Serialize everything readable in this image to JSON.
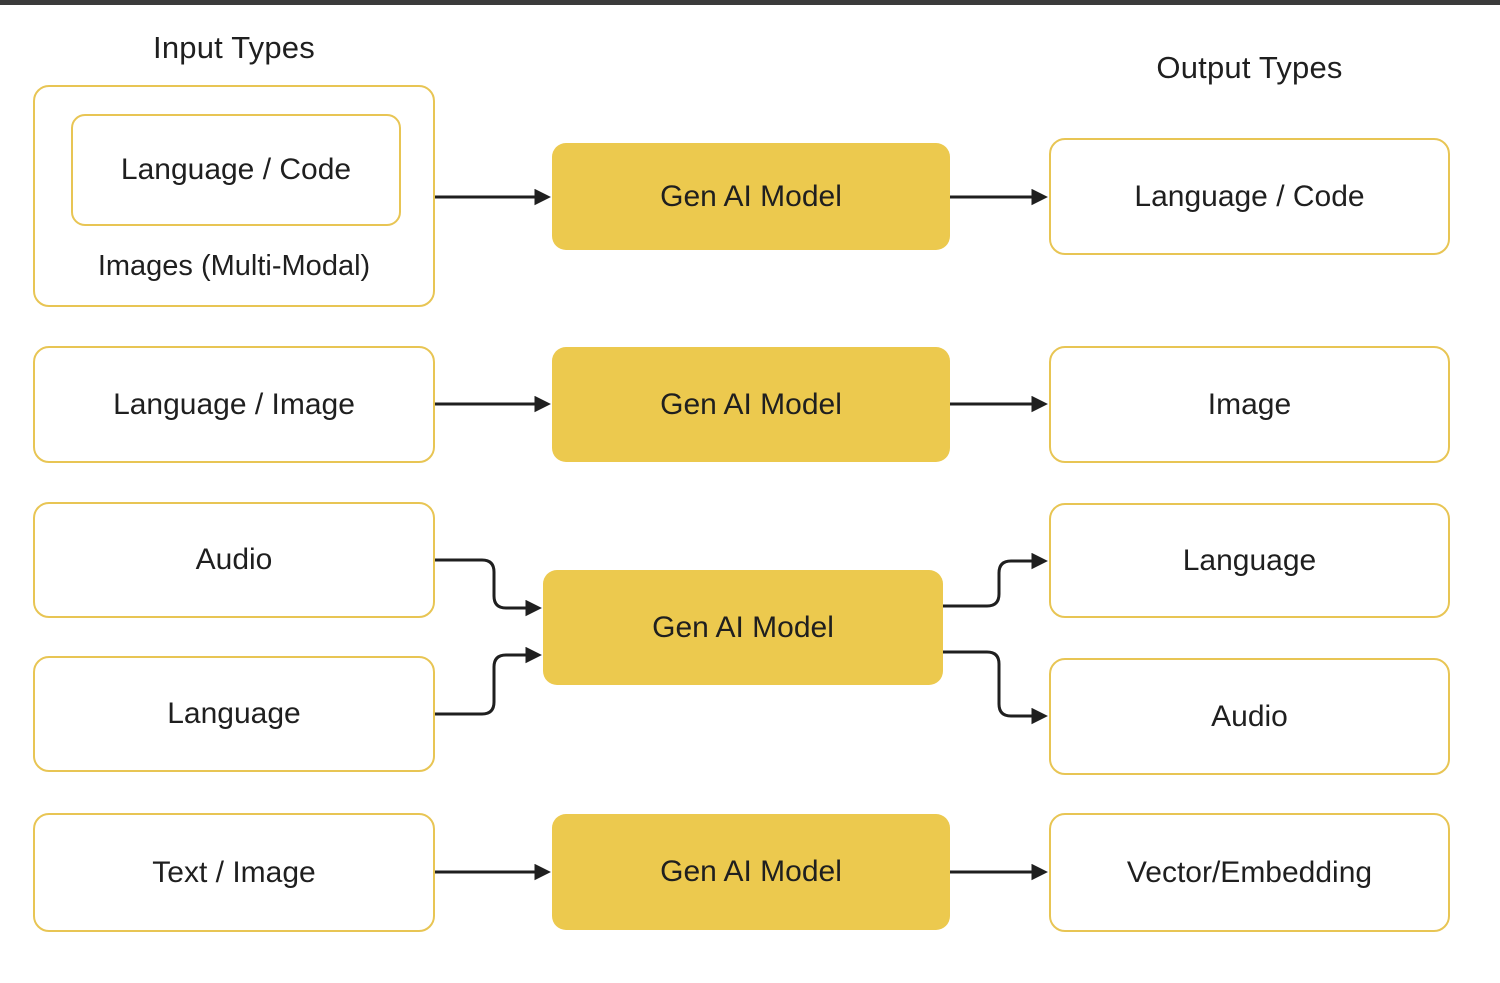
{
  "titles": {
    "input": "Input Types",
    "output": "Output Types"
  },
  "colors": {
    "model_fill": "#ECC94E",
    "box_border": "#E8C554",
    "arrow": "#1F1F1F",
    "text": "#1F1F1F",
    "background": "#FFFFFF",
    "top_bar": "#3B3B3B"
  },
  "rows": [
    {
      "input": {
        "label": "Language / Code",
        "sublabel": "Images (Multi-Modal)"
      },
      "model": {
        "label": "Gen AI Model"
      },
      "output": {
        "label": "Language / Code"
      }
    },
    {
      "input": {
        "label": "Language / Image"
      },
      "model": {
        "label": "Gen AI Model"
      },
      "output": {
        "label": "Image"
      }
    },
    {
      "inputs": [
        {
          "label": "Audio"
        },
        {
          "label": "Language"
        }
      ],
      "model": {
        "label": "Gen AI Model"
      },
      "outputs": [
        {
          "label": "Language"
        },
        {
          "label": "Audio"
        }
      ]
    },
    {
      "input": {
        "label": "Text / Image"
      },
      "model": {
        "label": "Gen AI Model"
      },
      "output": {
        "label": "Vector/Embedding"
      }
    }
  ]
}
